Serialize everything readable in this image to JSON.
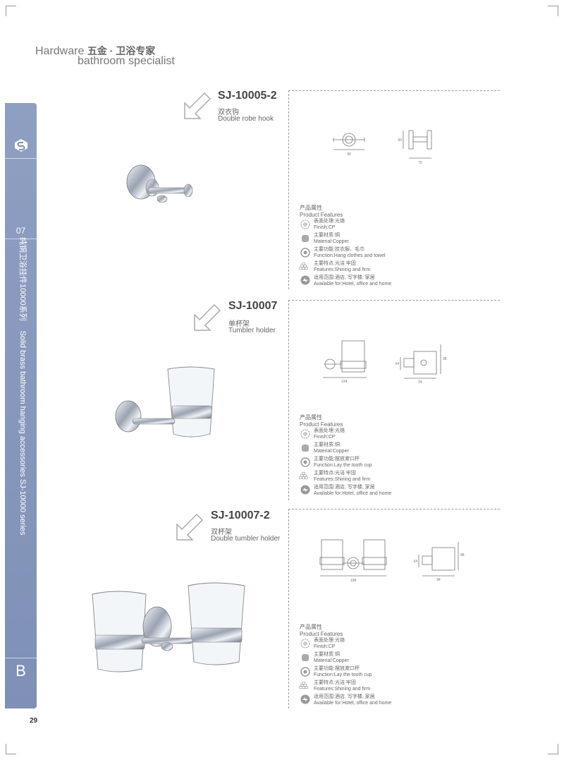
{
  "header": {
    "line1_en": "Hardware",
    "line1_cn": "五金 · 卫浴专家",
    "line2": "bathroom specialist"
  },
  "sidebar": {
    "page_code": "07",
    "title_cn": "纯铜卫浴挂件10000系列",
    "title_en": "Solid brass bathroom hanging accessories SJ-10000 series",
    "section_letter": "B"
  },
  "page_number": "29",
  "products": [
    {
      "code": "SJ-10005-2",
      "name_cn": "双衣钩",
      "name_en": "Double robe hook",
      "dims": [
        "90",
        "50",
        "70"
      ],
      "features_title_cn": "产品属性",
      "features_title_en": "Product Features",
      "features": [
        {
          "icon": "finish-icon",
          "cn": "表面处理:光铬",
          "en": "Finish:CP"
        },
        {
          "icon": "material-icon",
          "cn": "主要材质:铜",
          "en": "Material:Copper"
        },
        {
          "icon": "function-icon",
          "cn": "主要功能:挂衣服、毛巾",
          "en": "Function:Hang clothes and towel"
        },
        {
          "icon": "features-icon",
          "cn": "主要特点:光洁 牢固",
          "en": "Features:Shining and firm"
        },
        {
          "icon": "available-icon",
          "cn": "适用范围:酒店, 写字楼, 家居",
          "en": "Available for:Hotel, office and home"
        }
      ]
    },
    {
      "code": "SJ-10007",
      "name_cn": "单杯架",
      "name_en": "Tumbler holder",
      "dims": [
        "134",
        "54",
        "94",
        "98"
      ],
      "features_title_cn": "产品属性",
      "features_title_en": "Product Features",
      "features": [
        {
          "icon": "finish-icon",
          "cn": "表面处理:光铬",
          "en": "Finish:CP"
        },
        {
          "icon": "material-icon",
          "cn": "主要材质:铜",
          "en": "Material:Copper"
        },
        {
          "icon": "function-icon",
          "cn": "主要功能:摆放漱口杯",
          "en": "Function:Lay the tooth cup"
        },
        {
          "icon": "features-icon",
          "cn": "主要特点:光洁 牢固",
          "en": "Features:Shining and firm"
        },
        {
          "icon": "available-icon",
          "cn": "适用范围:酒店, 写字楼, 家居",
          "en": "Available for:Hotel, office and home"
        }
      ]
    },
    {
      "code": "SJ-10007-2",
      "name_cn": "双杯架",
      "name_en": "Double tumbler holder",
      "dims": [
        "198",
        "54",
        "94",
        "98"
      ],
      "features_title_cn": "产品属性",
      "features_title_en": "Product Features",
      "features": [
        {
          "icon": "finish-icon",
          "cn": "表面处理:光铬",
          "en": "Finish:CP"
        },
        {
          "icon": "material-icon",
          "cn": "主要材质:铜",
          "en": "Material:Copper"
        },
        {
          "icon": "function-icon",
          "cn": "主要功能:摆放漱口杯",
          "en": "Function:Lay the tooth cup"
        },
        {
          "icon": "features-icon",
          "cn": "主要特点:光洁 牢固",
          "en": "Features:Shining and firm"
        },
        {
          "icon": "available-icon",
          "cn": "适用范围:酒店, 写字楼, 家居",
          "en": "Available for:Hotel, office and home"
        }
      ]
    }
  ]
}
